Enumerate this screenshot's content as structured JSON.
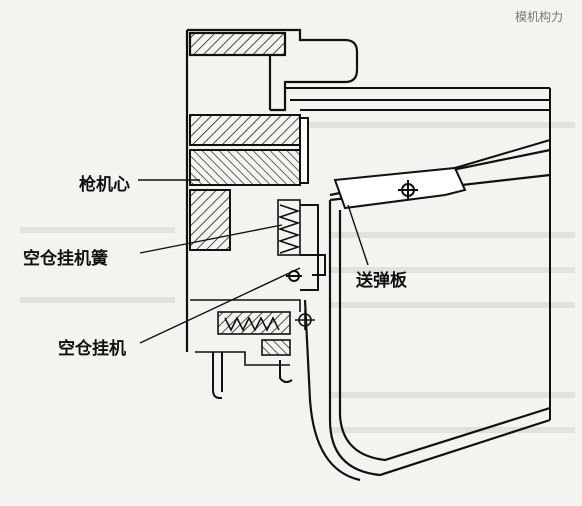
{
  "labels": {
    "bolt_carrier": "枪机心",
    "bolt_stop_spring": "空仓挂机簧",
    "follower": "送弹板",
    "bolt_stop": "空仓挂机"
  },
  "header_fragment": "模机构力"
}
